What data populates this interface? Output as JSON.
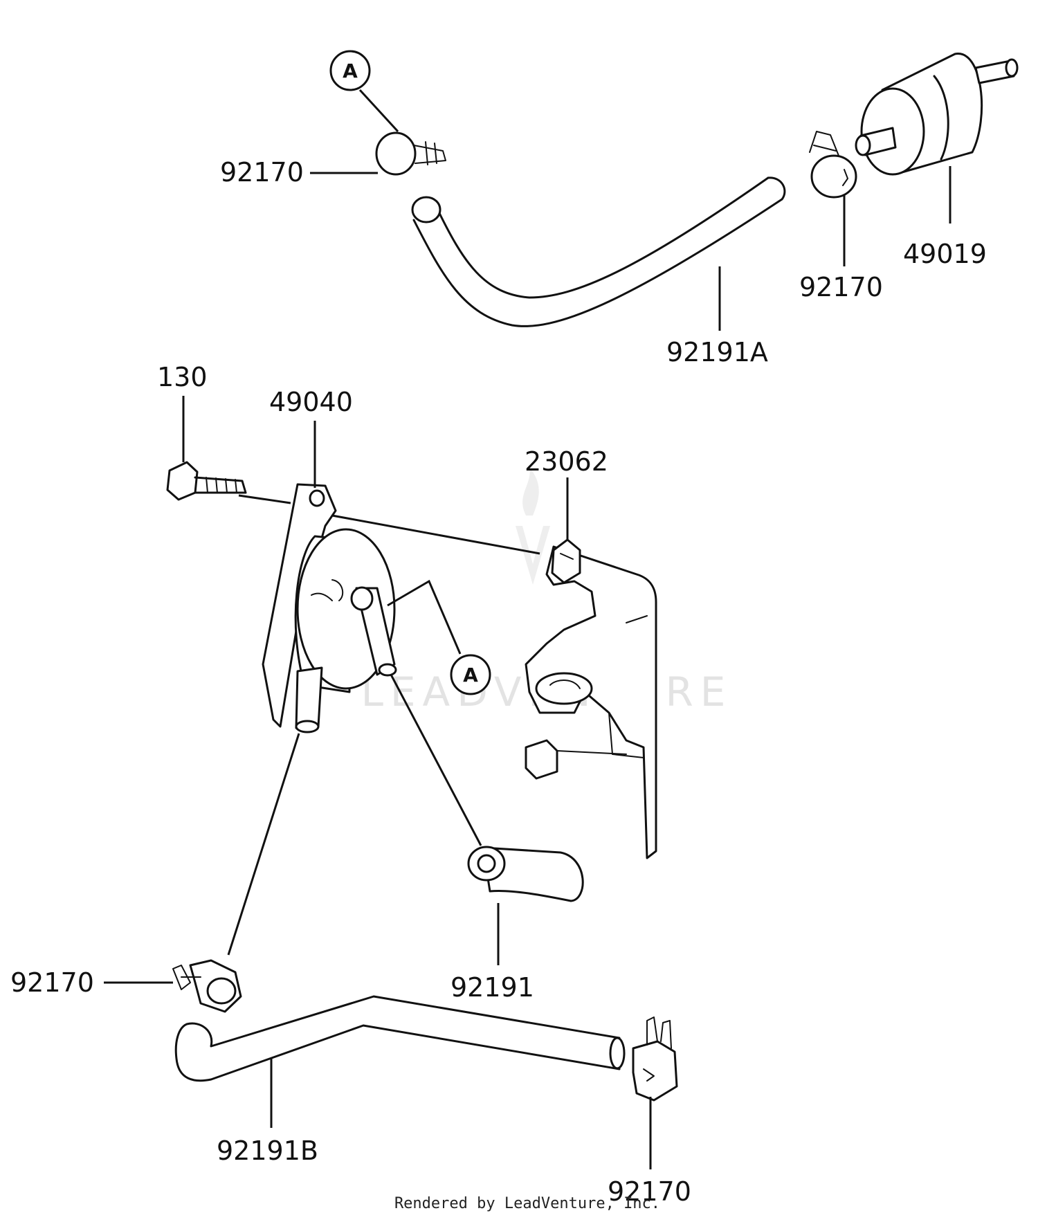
{
  "labels": {
    "clamp_top_left": "92170",
    "clamp_top_right": "92170",
    "fuel_filter": "49019",
    "hose_top": "92191A",
    "bolt": "130",
    "fuel_pump": "49040",
    "bracket": "23062",
    "hose_short": "92191",
    "clamp_bottom_left": "92170",
    "hose_bottom": "92191B",
    "clamp_bottom_right": "92170"
  },
  "ref_markers": {
    "top": "A",
    "middle": "A"
  },
  "watermark": "LEADVENTURE",
  "footer": "Rendered by LeadVenture, Inc."
}
